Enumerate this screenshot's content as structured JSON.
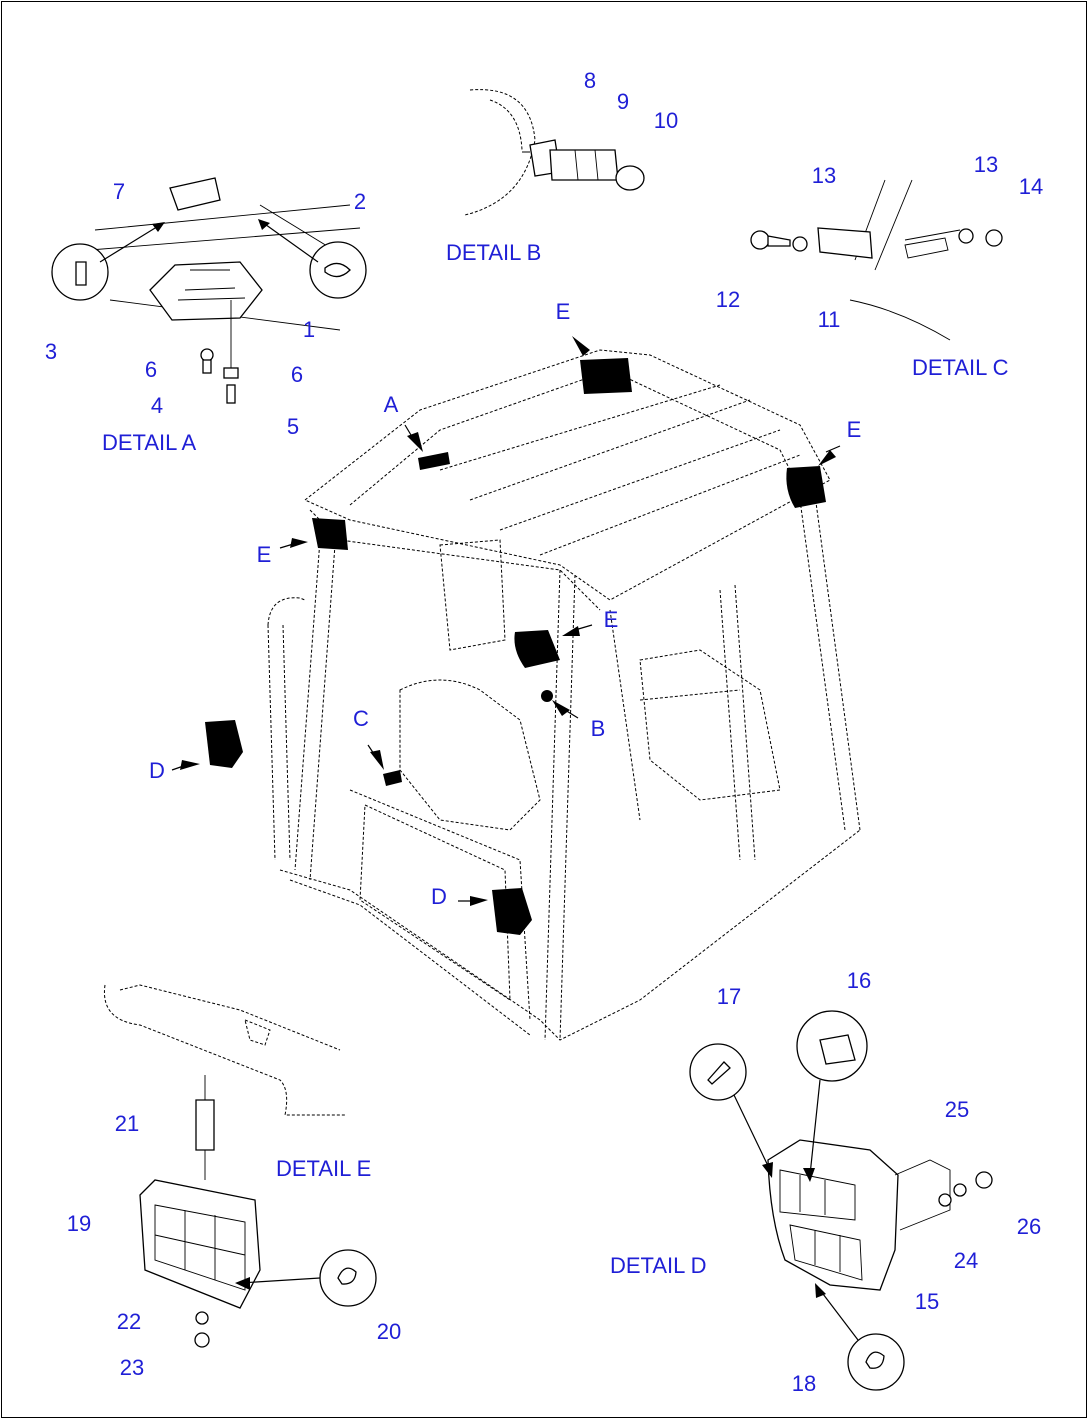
{
  "details": {
    "a": "DETAIL A",
    "b": "DETAIL B",
    "c": "DETAIL C",
    "d": "DETAIL D",
    "e": "DETAIL E"
  },
  "callouts": {
    "n1": "1",
    "n2": "2",
    "n3": "3",
    "n4": "4",
    "n5": "5",
    "n6a": "6",
    "n6b": "6",
    "n7": "7",
    "n8": "8",
    "n9": "9",
    "n10": "10",
    "n11": "11",
    "n12": "12",
    "n13a": "13",
    "n13b": "13",
    "n14": "14",
    "n15": "15",
    "n16": "16",
    "n17": "17",
    "n18": "18",
    "n19": "19",
    "n20": "20",
    "n21": "21",
    "n22": "22",
    "n23": "23",
    "n24": "24",
    "n25": "25",
    "n26": "26"
  },
  "pointers": {
    "a": "A",
    "b": "B",
    "c": "C",
    "d1": "D",
    "d2": "D",
    "e1": "E",
    "e2": "E",
    "e3": "E",
    "e4": "E"
  },
  "colors": {
    "label": "#1f1fd6",
    "ink": "#000000"
  }
}
